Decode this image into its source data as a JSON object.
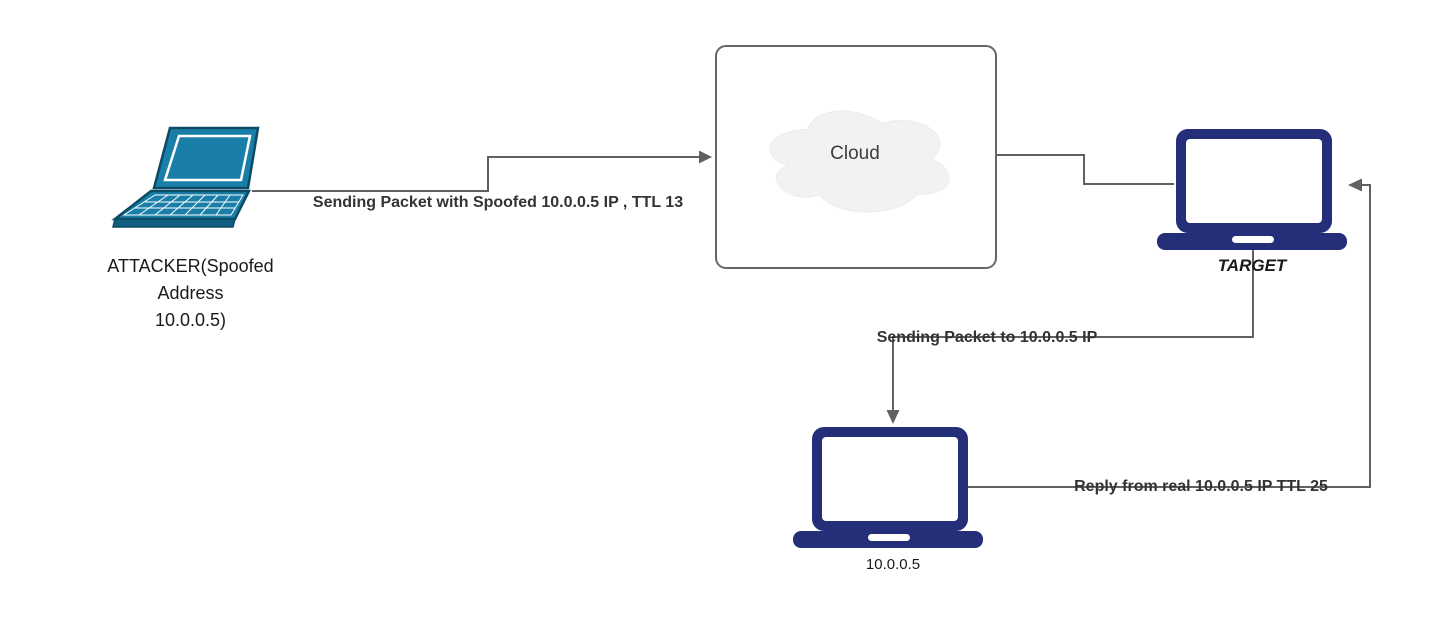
{
  "nodes": {
    "attacker": {
      "label_line1": "ATTACKER(Spoofed",
      "label_line2": "Address",
      "label_line3": "10.0.0.5)"
    },
    "cloud": {
      "label": "Cloud"
    },
    "target": {
      "label": "TARGET"
    },
    "real_host": {
      "label": "10.0.0.5"
    }
  },
  "edges": {
    "spoofed_packet": {
      "label": "Sending Packet with Spoofed 10.0.0.5 IP , TTL 13"
    },
    "forwarded_packet": {
      "label": "Sending Packet to 10.0.0.5 IP"
    },
    "reply_packet": {
      "label": "Reply from real 10.0.0.5 IP TTL 25"
    }
  },
  "colors": {
    "attacker_laptop": "#1a7fa8",
    "attacker_laptop_outline": "#0d4a63",
    "victim_laptop": "#252e78",
    "edge": "#616161",
    "cloud_fill": "#f2f2f2",
    "cloud_box_border": "#666666"
  }
}
